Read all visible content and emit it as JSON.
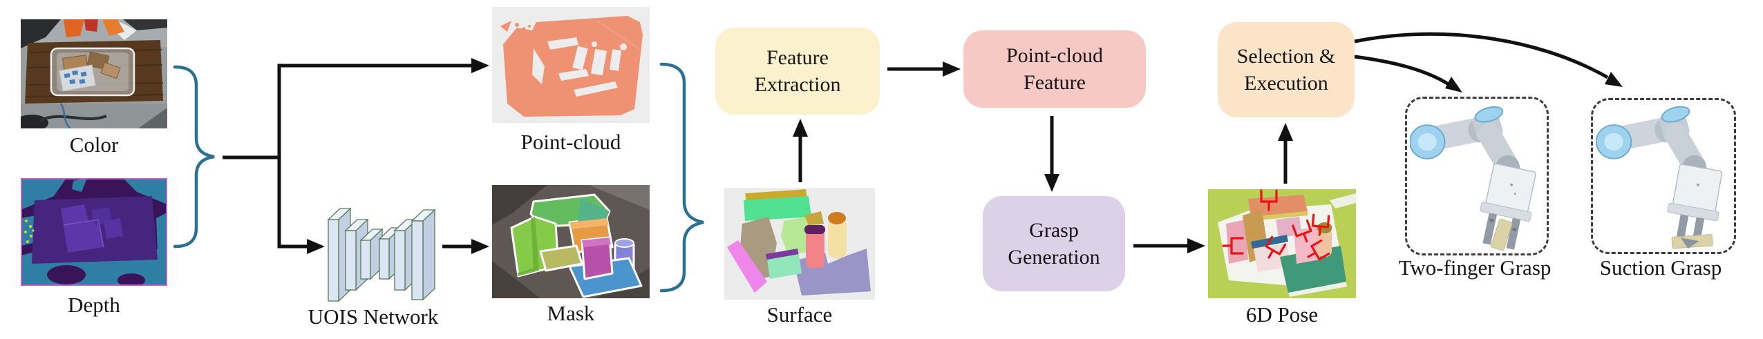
{
  "labels": {
    "color": "Color",
    "depth": "Depth",
    "uois_network": "UOIS Network",
    "point_cloud": "Point-cloud",
    "mask": "Mask",
    "surface": "Surface",
    "pose_6d": "6D Pose",
    "two_finger_grasp": "Two-finger Grasp",
    "suction_grasp": "Suction Grasp"
  },
  "process_boxes": {
    "feature_extraction": {
      "line1": "Feature",
      "line2": "Extraction",
      "fill": "#fbf1cc"
    },
    "point_cloud_feature": {
      "line1": "Point-cloud",
      "line2": "Feature",
      "fill": "#f6c9c5"
    },
    "grasp_generation": {
      "line1": "Grasp",
      "line2": "Generation",
      "fill": "#ddd1e7"
    },
    "selection_execution": {
      "line1": "Selection &",
      "line2": "Execution",
      "fill": "#fce4c9"
    }
  },
  "images": {
    "color": "rgb-photo-bin-with-boxes",
    "depth": "depth-map",
    "uois_network": "cnn-encoder-decoder-icon",
    "point_cloud": "orange-point-cloud",
    "mask": "instance-segmentation-masks",
    "surface": "segmented-surface-point-clouds",
    "pose_6d": "point-cloud-with-red-grasp-poses",
    "two_finger": "robot-arm-two-finger-gripper",
    "suction": "robot-arm-suction-gripper"
  },
  "colors": {
    "brace": "#2b6f91",
    "arrow": "#111111",
    "dashed_border": "#3d3d3d",
    "background": "#ffffff"
  }
}
